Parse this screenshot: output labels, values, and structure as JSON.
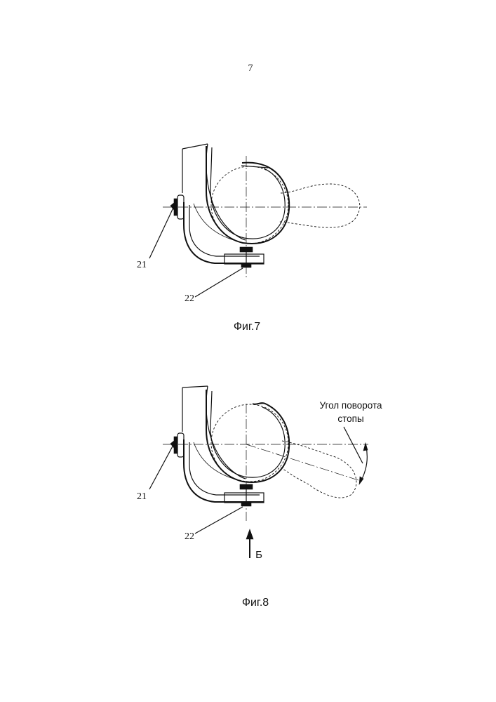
{
  "page": {
    "number": "7"
  },
  "figures": [
    {
      "caption": "Фиг.7",
      "callouts": [
        "21",
        "22"
      ]
    },
    {
      "caption": "Фиг.8",
      "callouts": [
        "21",
        "22"
      ],
      "angle_label_line1": "Угол поворота",
      "angle_label_line2": "стопы",
      "view_label": "Б"
    }
  ]
}
